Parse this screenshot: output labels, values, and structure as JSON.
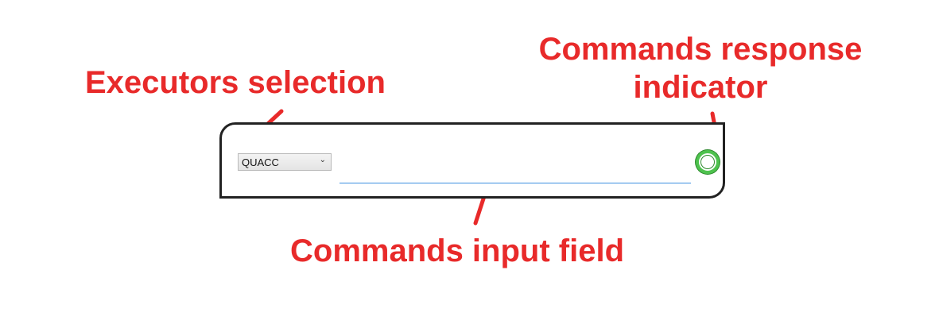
{
  "annotations": {
    "executors": "Executors selection",
    "response_line1": "Commands response",
    "response_line2": "indicator",
    "input": "Commands input field"
  },
  "executor_select": {
    "selected": "QUACC",
    "icon": "chevron-down-icon"
  },
  "command_input": {
    "value": "",
    "placeholder": ""
  },
  "response_indicator": {
    "state": "ok",
    "color": "#4ec24e"
  },
  "colors": {
    "annotation": "#e82a2a",
    "panel_border": "#222222",
    "input_underline": "#3a8fe0"
  }
}
